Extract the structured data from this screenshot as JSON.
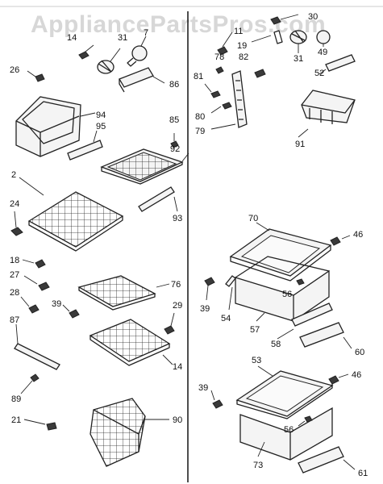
{
  "watermark": "AppliancePartsPros.com",
  "callouts": {
    "n14a": "14",
    "n31a": "31",
    "n7": "7",
    "n26": "26",
    "n86": "86",
    "n94": "94",
    "n95": "95",
    "n85": "85",
    "n92": "92",
    "n2": "2",
    "n24": "24",
    "n93": "93",
    "n18": "18",
    "n27": "27",
    "n28": "28",
    "n39a": "39",
    "n76": "76",
    "n87": "87",
    "n29": "29",
    "n14b": "14",
    "n89": "89",
    "n21": "21",
    "n90": "90",
    "n30": "30",
    "n11": "11",
    "n19": "19",
    "n31b": "31",
    "n49": "49",
    "n78": "78",
    "n82": "82",
    "n52": "52",
    "n81": "81",
    "n80": "80",
    "n79": "79",
    "n91": "91",
    "n70": "70",
    "n46a": "46",
    "n56a": "56",
    "n39b": "39",
    "n54": "54",
    "n57": "57",
    "n58": "58",
    "n60": "60",
    "n53": "53",
    "n46b": "46",
    "n39c": "39",
    "n56b": "56",
    "n73": "73",
    "n61": "61"
  }
}
